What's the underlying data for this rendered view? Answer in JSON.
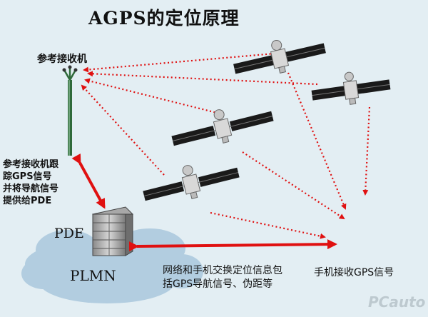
{
  "title": "AGPS的定位原理",
  "reference_receiver": {
    "label": "参考接收机",
    "description": [
      "参考接收机跟",
      "踪GPS信号",
      "并将导航信号",
      "提供给PDE"
    ]
  },
  "pde": {
    "label": "PDE"
  },
  "plmn": {
    "label": "PLMN"
  },
  "exchange": {
    "description": [
      "网络和手机交换定位信息包",
      "括GPS导航信号、伪距等"
    ]
  },
  "handset": {
    "label": "手机接收GPS信号"
  },
  "watermark": {
    "text": "PCauto"
  },
  "colors": {
    "background": "#e3eef3",
    "arrow": "#e01010",
    "cloud": "#b2cde0",
    "satellite_panel": "#1a1a1a",
    "mast": "#2f6a3a"
  },
  "icons": [
    "satellite-icon",
    "antenna-icon",
    "pde-server-icon",
    "cloud-icon"
  ]
}
